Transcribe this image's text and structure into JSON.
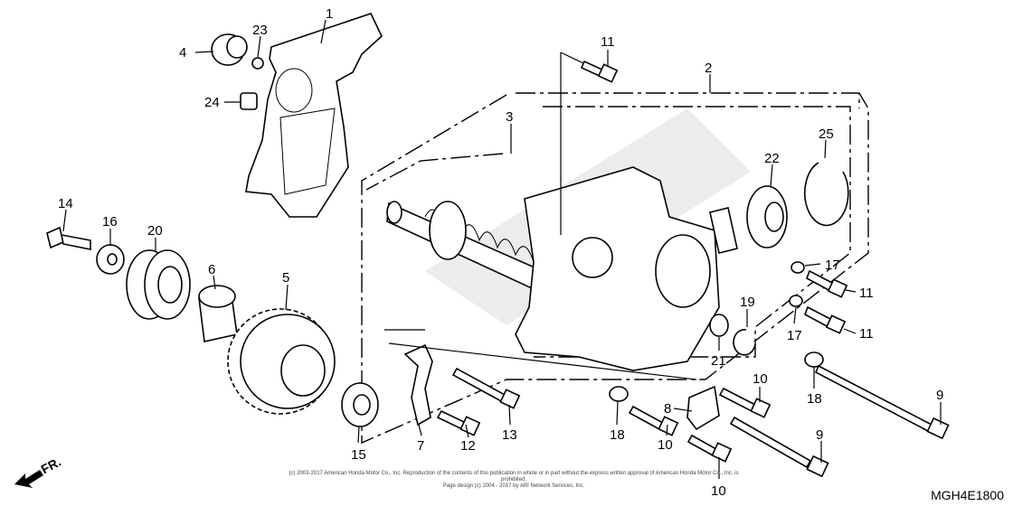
{
  "callouts": [
    {
      "id": "c1",
      "text": "1"
    },
    {
      "id": "c2",
      "text": "2"
    },
    {
      "id": "c3",
      "text": "3"
    },
    {
      "id": "c4",
      "text": "4"
    },
    {
      "id": "c5",
      "text": "5"
    },
    {
      "id": "c6",
      "text": "6"
    },
    {
      "id": "c7",
      "text": "7"
    },
    {
      "id": "c8",
      "text": "8"
    },
    {
      "id": "c9a",
      "text": "9"
    },
    {
      "id": "c9b",
      "text": "9"
    },
    {
      "id": "c10a",
      "text": "10"
    },
    {
      "id": "c10b",
      "text": "10"
    },
    {
      "id": "c10c",
      "text": "10"
    },
    {
      "id": "c11a",
      "text": "11"
    },
    {
      "id": "c11b",
      "text": "11"
    },
    {
      "id": "c11c",
      "text": "11"
    },
    {
      "id": "c12",
      "text": "12"
    },
    {
      "id": "c13",
      "text": "13"
    },
    {
      "id": "c14",
      "text": "14"
    },
    {
      "id": "c15",
      "text": "15"
    },
    {
      "id": "c16",
      "text": "16"
    },
    {
      "id": "c17a",
      "text": "17"
    },
    {
      "id": "c17b",
      "text": "17"
    },
    {
      "id": "c18a",
      "text": "18"
    },
    {
      "id": "c18b",
      "text": "18"
    },
    {
      "id": "c19",
      "text": "19"
    },
    {
      "id": "c20",
      "text": "20"
    },
    {
      "id": "c21",
      "text": "21"
    },
    {
      "id": "c22",
      "text": "22"
    },
    {
      "id": "c23",
      "text": "23"
    },
    {
      "id": "c24",
      "text": "24"
    },
    {
      "id": "c25",
      "text": "25"
    }
  ],
  "direction_label": "FR.",
  "diagram_code": "MGH4E1800",
  "copyright_line1": "(c) 2003-2017 American Honda Motor Co., Inc. Reproduction of the contents of this publication in whole or in part without the express written approval of American Honda Motor Co., Inc. is prohibited.",
  "copyright_line2": "Page design (c) 2004 - 2017 by ARI Network Services, Inc."
}
